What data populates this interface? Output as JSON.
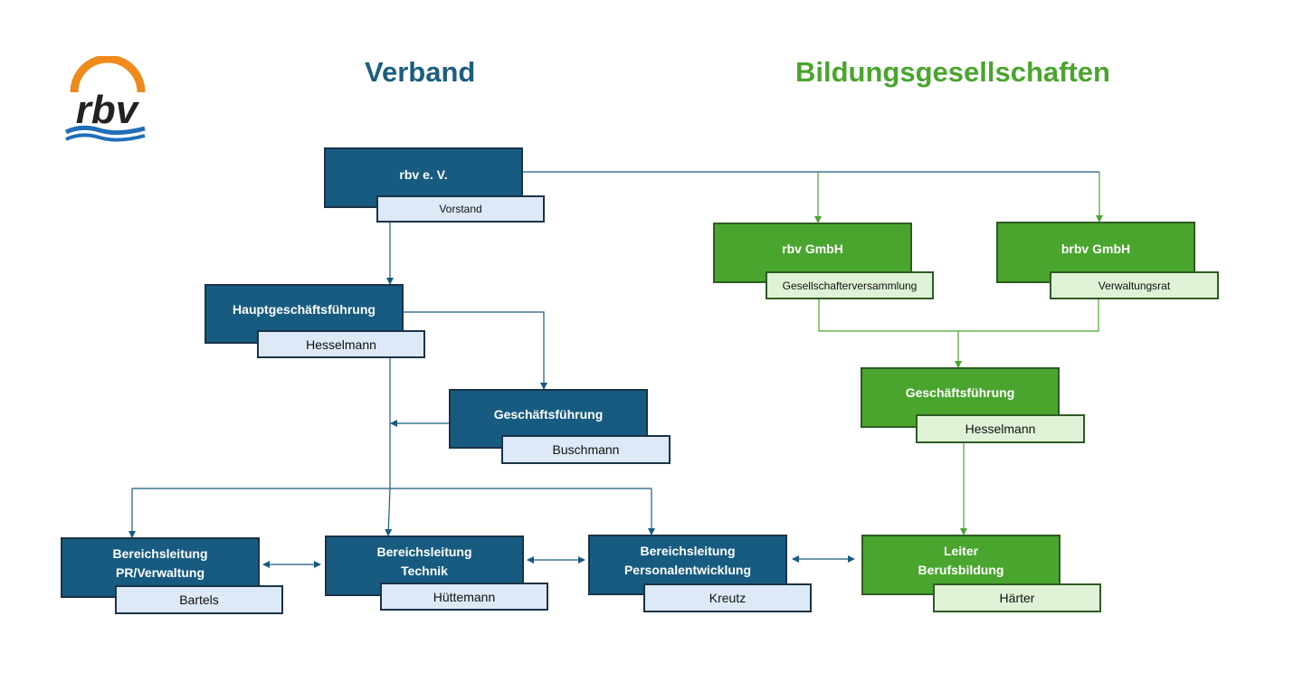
{
  "headings": {
    "verband": "Verband",
    "bildung": "Bildungsgesellschaften"
  },
  "logo": {
    "text": "rbv",
    "arc_color": "#f08a1c",
    "wave_color": "#1f6fb8",
    "text_color": "#222222"
  },
  "colors": {
    "blue": "#175b80",
    "blue_light": "#dde9f6",
    "green": "#4aa52e",
    "green_light": "#dff2d6"
  },
  "nodes": {
    "rbv_ev": {
      "title": "rbv e. V.",
      "sub": "Vorstand"
    },
    "hgf": {
      "title": "Hauptgeschäftsführung",
      "sub": "Hesselmann"
    },
    "gf_verband": {
      "title": "Geschäftsführung",
      "sub": "Buschmann"
    },
    "bl_pr": {
      "title": "Bereichsleitung PR/Verwaltung",
      "sub": "Bartels"
    },
    "bl_technik": {
      "title": "Bereichsleitung Technik",
      "sub": "Hüttemann"
    },
    "bl_pe": {
      "title": "Bereichsleitung Personalentwicklung",
      "sub": "Kreutz"
    },
    "rbv_gmbh": {
      "title": "rbv GmbH",
      "sub": "Gesellschafterversammlung"
    },
    "brbv_gmbh": {
      "title": "brbv GmbH",
      "sub": "Verwaltungsrat"
    },
    "gf_bildung": {
      "title": "Geschäftsführung",
      "sub": "Hesselmann"
    },
    "leiter_bb": {
      "title": "Leiter Berufsbildung (Prokura)",
      "sub": "Härter"
    }
  }
}
